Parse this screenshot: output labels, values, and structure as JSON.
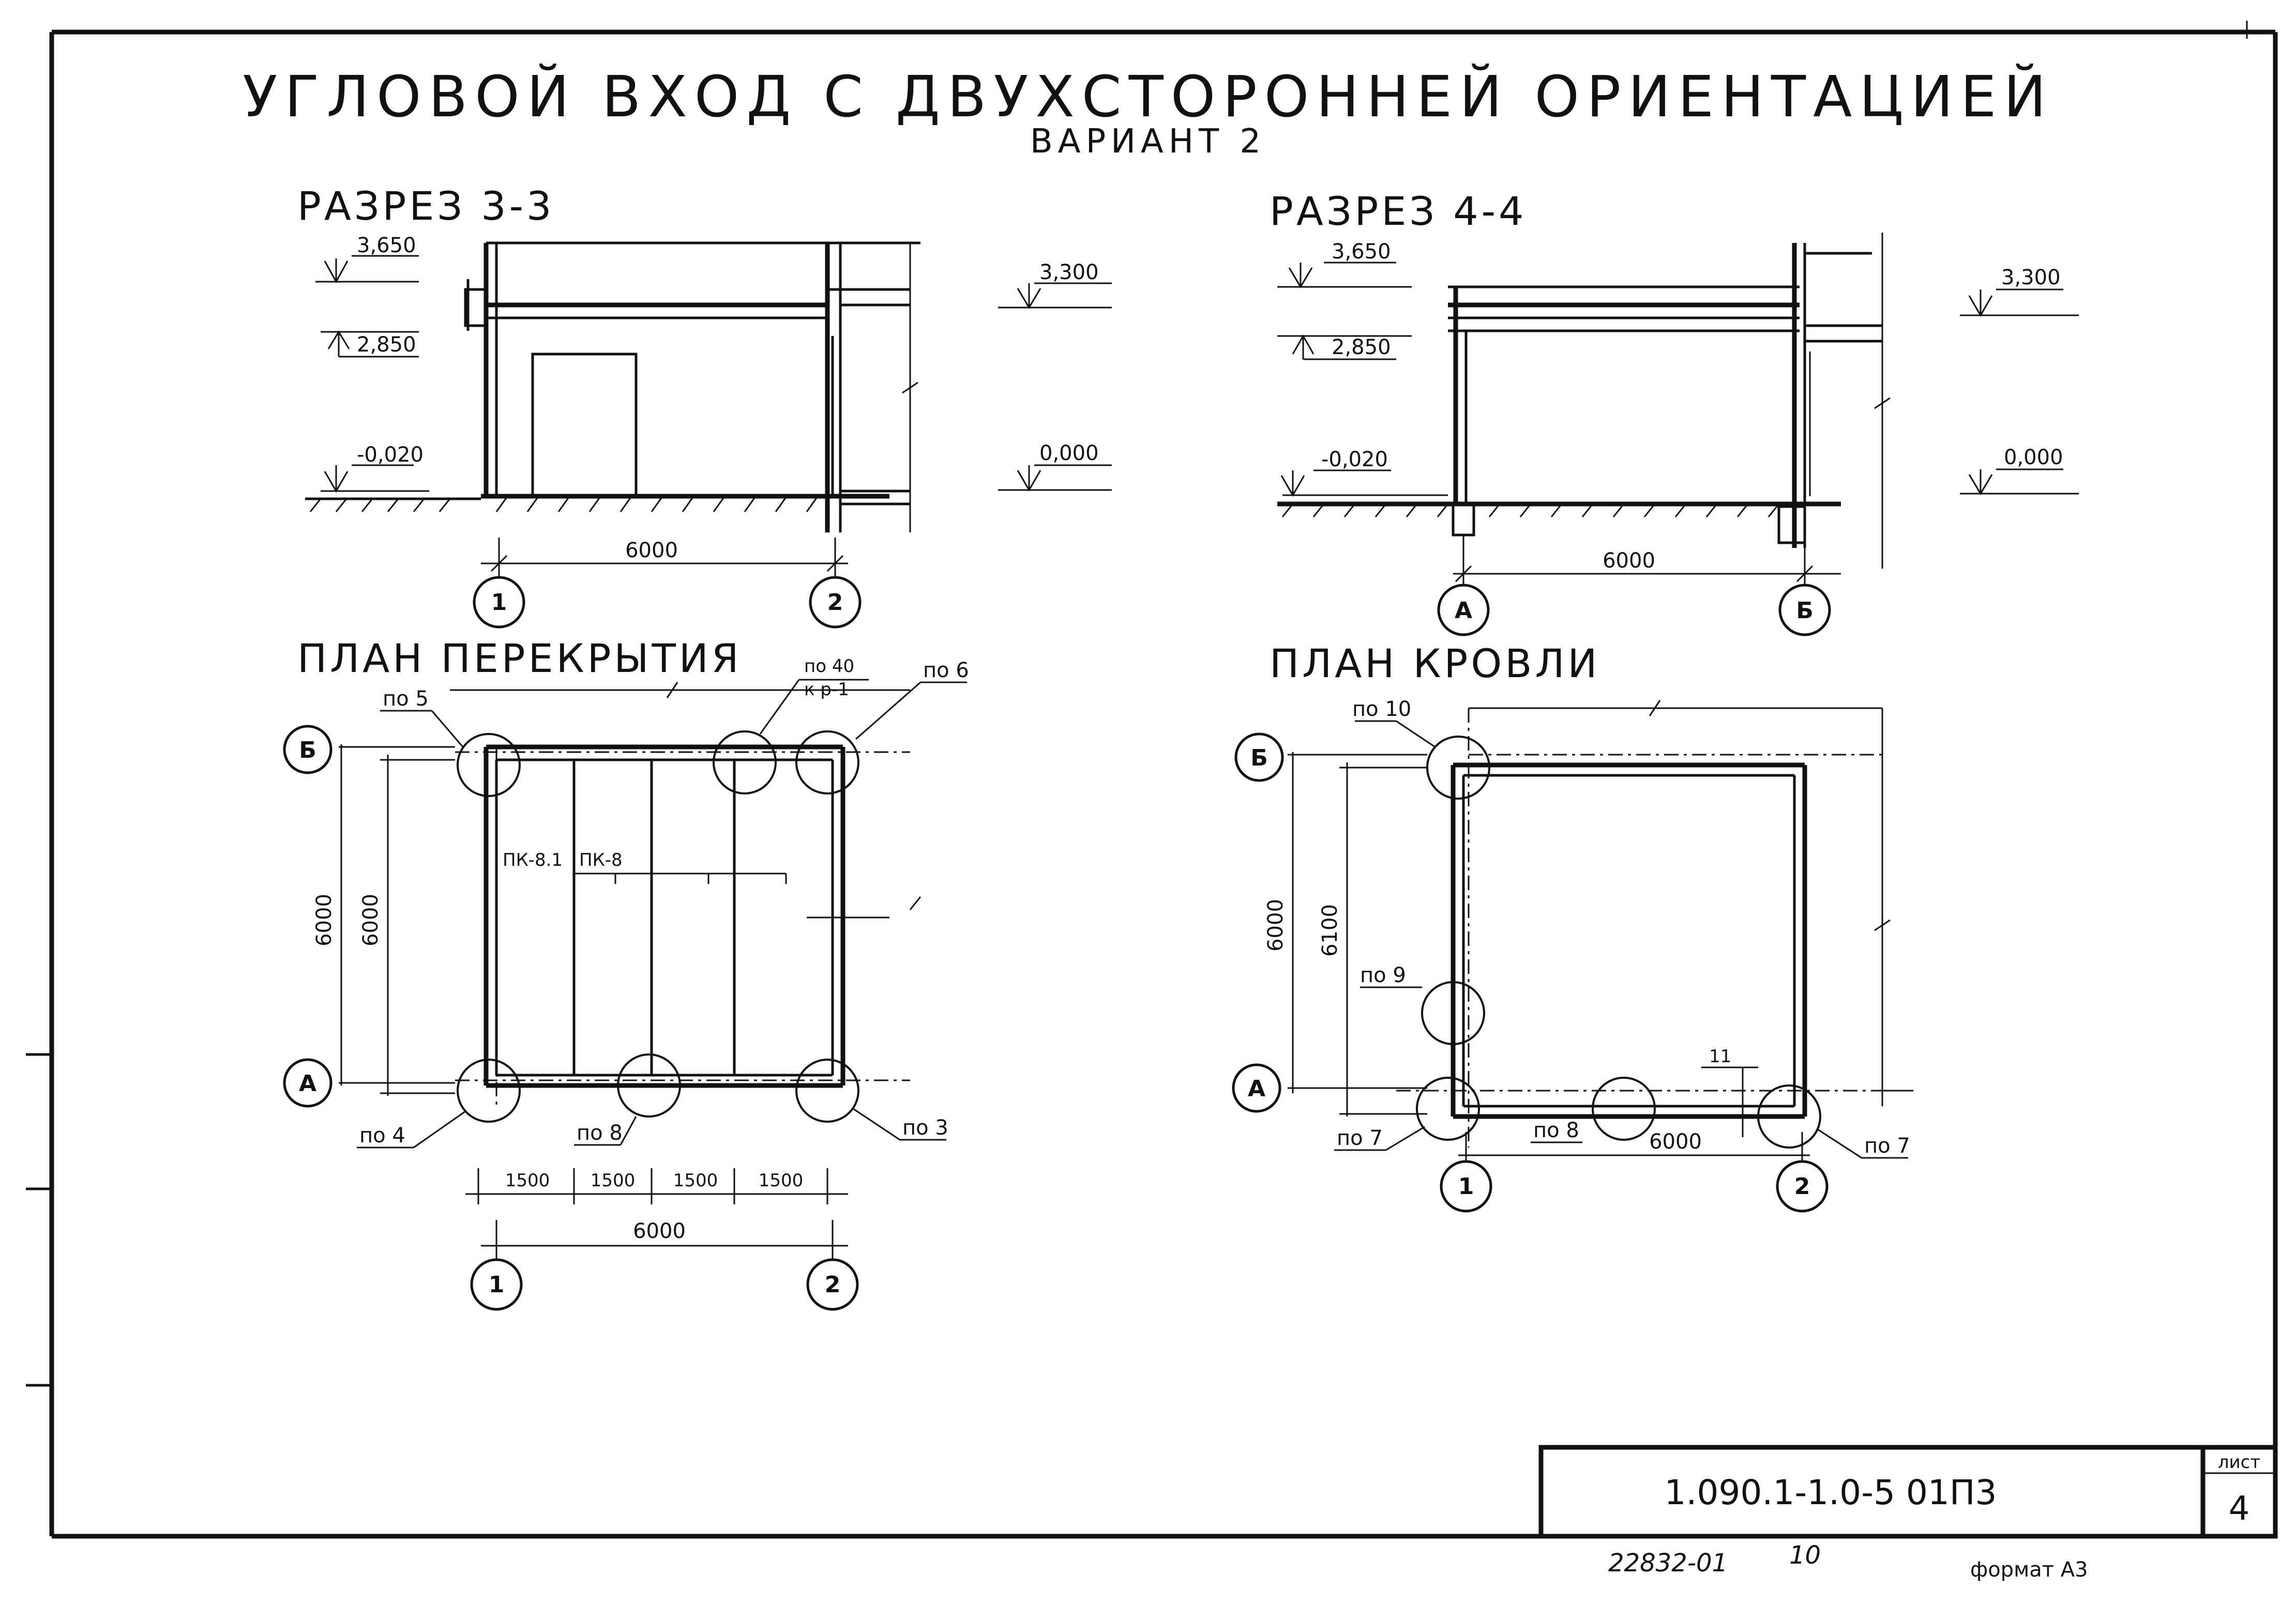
{
  "title": "УГЛОВОЙ ВХОД С ДВУХСТОРОННЕЙ ОРИЕНТАЦИЕЙ",
  "subtitle": "ВАРИАНТ 2",
  "views": {
    "section33": {
      "title": "РАЗРЕЗ 3-3",
      "elev_top": "3,650",
      "elev_mid": "2,850",
      "elev_ground": "-0,020",
      "elev_right_top": "3,300",
      "elev_right_floor": "0,000",
      "dim": "6000",
      "axis_left": "1",
      "axis_right": "2"
    },
    "section44": {
      "title": "РАЗРЕЗ 4-4",
      "elev_top": "3,650",
      "elev_mid": "2,850",
      "elev_ground": "-0,020",
      "elev_right_top": "3,300",
      "elev_right_floor": "0,000",
      "dim": "6000",
      "axis_left": "А",
      "axis_right": "Б"
    },
    "slab_plan": {
      "title": "ПЛАН ПЕРЕКРЫТИЯ",
      "axis_b": "Б",
      "axis_a": "А",
      "axis_1": "1",
      "axis_2": "2",
      "dim_vert_outer": "6000",
      "dim_vert_inner": "6000",
      "dim_seg1": "1500",
      "dim_seg2": "1500",
      "dim_seg3": "1500",
      "dim_seg4": "1500",
      "dim_total": "6000",
      "callout_5": "по 5",
      "callout_40": "по 40",
      "callout_40_sub": "к р-1",
      "callout_6": "по 6",
      "callout_4": "по 4",
      "callout_8": "по 8",
      "callout_3": "по 3",
      "beam_1": "ПК-8.1",
      "beam_2": "ПК-8"
    },
    "roof_plan": {
      "title": "ПЛАН КРОВЛИ",
      "axis_b": "Б",
      "axis_a": "А",
      "axis_1": "1",
      "axis_2": "2",
      "dim_vert_outer": "6000",
      "dim_vert_inner": "6100",
      "dim_horiz": "6000",
      "dim_small": "11",
      "callout_10": "по 10",
      "callout_9": "по 9",
      "callout_7l": "по 7",
      "callout_8": "по 8",
      "callout_7r": "по 7"
    }
  },
  "stamp": {
    "code": "1.090.1-1.0-5 01П3",
    "sheet_label": "лист",
    "sheet_no": "4"
  },
  "footer": {
    "archive": "22832-01",
    "page": "10",
    "format": "формат А3"
  }
}
